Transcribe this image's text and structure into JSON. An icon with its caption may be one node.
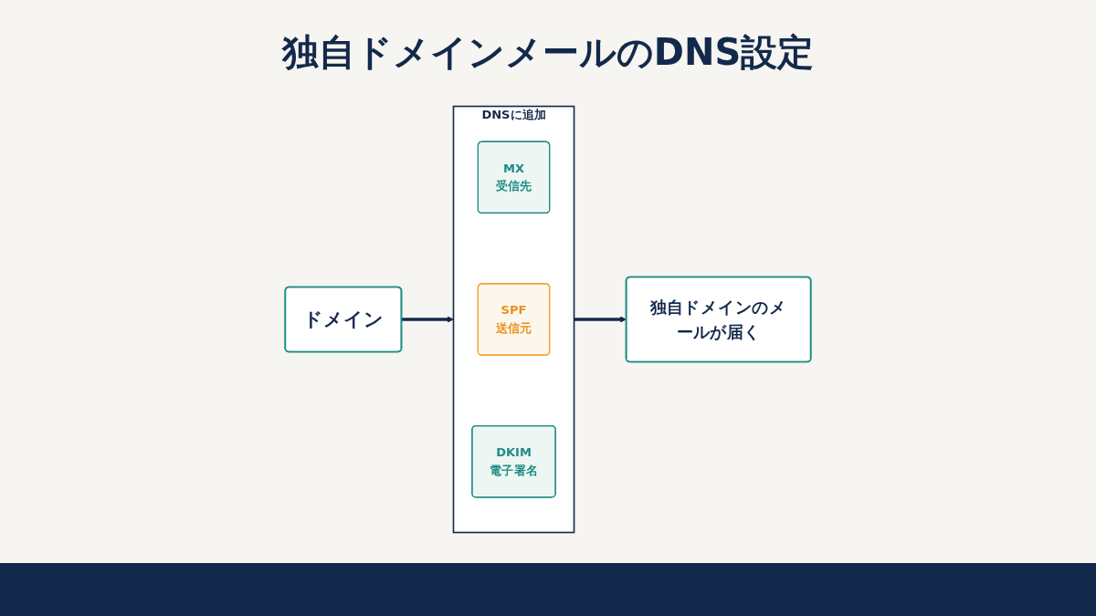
{
  "diagram": {
    "title": "独自ドメインメールのDNS設定",
    "nodes": [
      {
        "text": [
          "ドメイン"
        ]
      },
      {
        "text": [
          "DNSに追加"
        ]
      },
      {
        "text": [
          "MX",
          "受信先"
        ],
        "in": 1
      },
      {
        "text": [
          "SPF",
          "送信元"
        ],
        "in": 1
      },
      {
        "text": [
          "DKIM",
          "電子署名"
        ],
        "in": 1
      },
      {
        "text": [
          "独自ドメインのメールが届く"
        ]
      }
    ],
    "edges": [
      {
        "from": 0,
        "to": 1,
        "arrow": "to"
      },
      {
        "from": 1,
        "to": 5,
        "arrow": "to"
      }
    ]
  }
}
